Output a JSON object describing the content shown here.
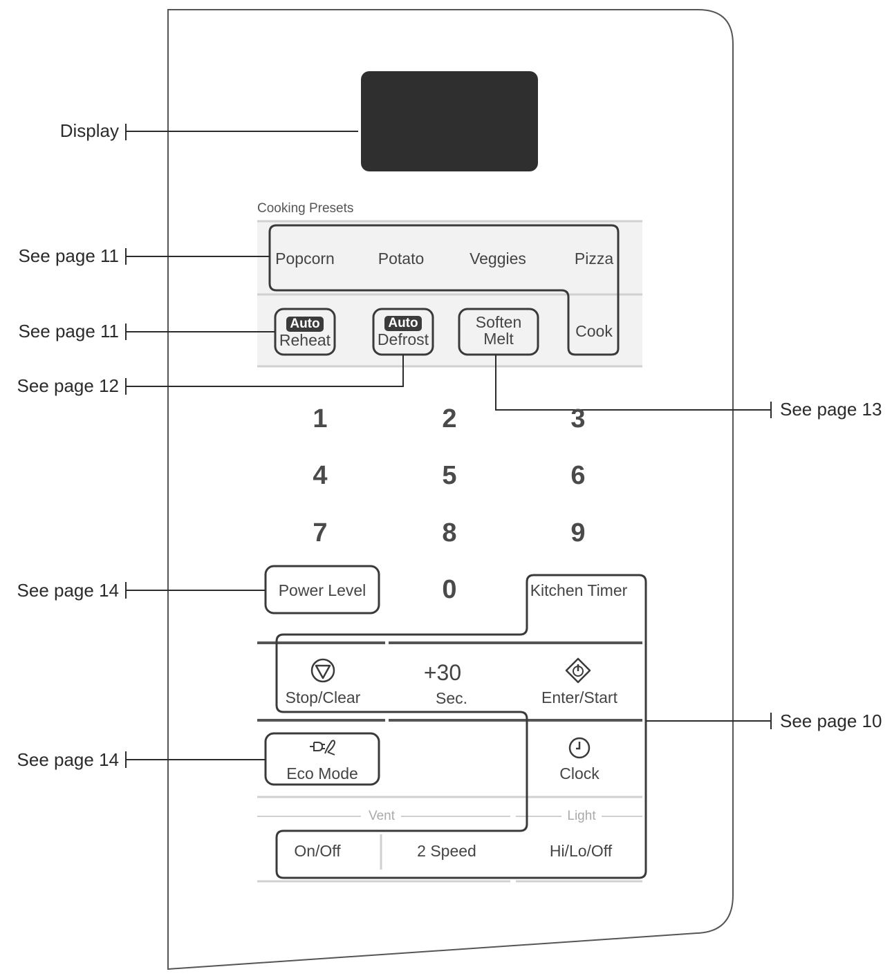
{
  "callouts": {
    "display": "Display",
    "presets_row": "See page 11",
    "reheat": "See page 11",
    "defrost": "See page 12",
    "soften": "See page 13",
    "power_level": "See page 14",
    "panel_right": "See page 10",
    "eco_mode": "See page 14"
  },
  "presets": {
    "section_label": "Cooking Presets",
    "items": [
      "Popcorn",
      "Potato",
      "Veggies",
      "Pizza"
    ],
    "cook": "Cook"
  },
  "auto_keys": {
    "badge": "Auto",
    "reheat": "Reheat",
    "defrost": "Defrost",
    "soften_line1": "Soften",
    "soften_line2": "Melt"
  },
  "keypad": {
    "digits": [
      "1",
      "2",
      "3",
      "4",
      "5",
      "6",
      "7",
      "8",
      "9",
      "0"
    ]
  },
  "controls": {
    "power_level": "Power Level",
    "kitchen_timer": "Kitchen Timer",
    "stop_clear": "Stop/Clear",
    "plus30_line1": "+30",
    "plus30_line2": "Sec.",
    "enter_start": "Enter/Start",
    "eco_mode": "Eco Mode",
    "clock": "Clock",
    "vent_label": "Vent",
    "light_label": "Light",
    "vent_onoff": "On/Off",
    "vent_speed": "2 Speed",
    "light_hilo": "Hi/Lo/Off"
  },
  "icons": {
    "stop": "stop-clear-icon",
    "start": "enter-start-icon",
    "eco": "eco-plug-icon",
    "clock": "clock-icon"
  }
}
